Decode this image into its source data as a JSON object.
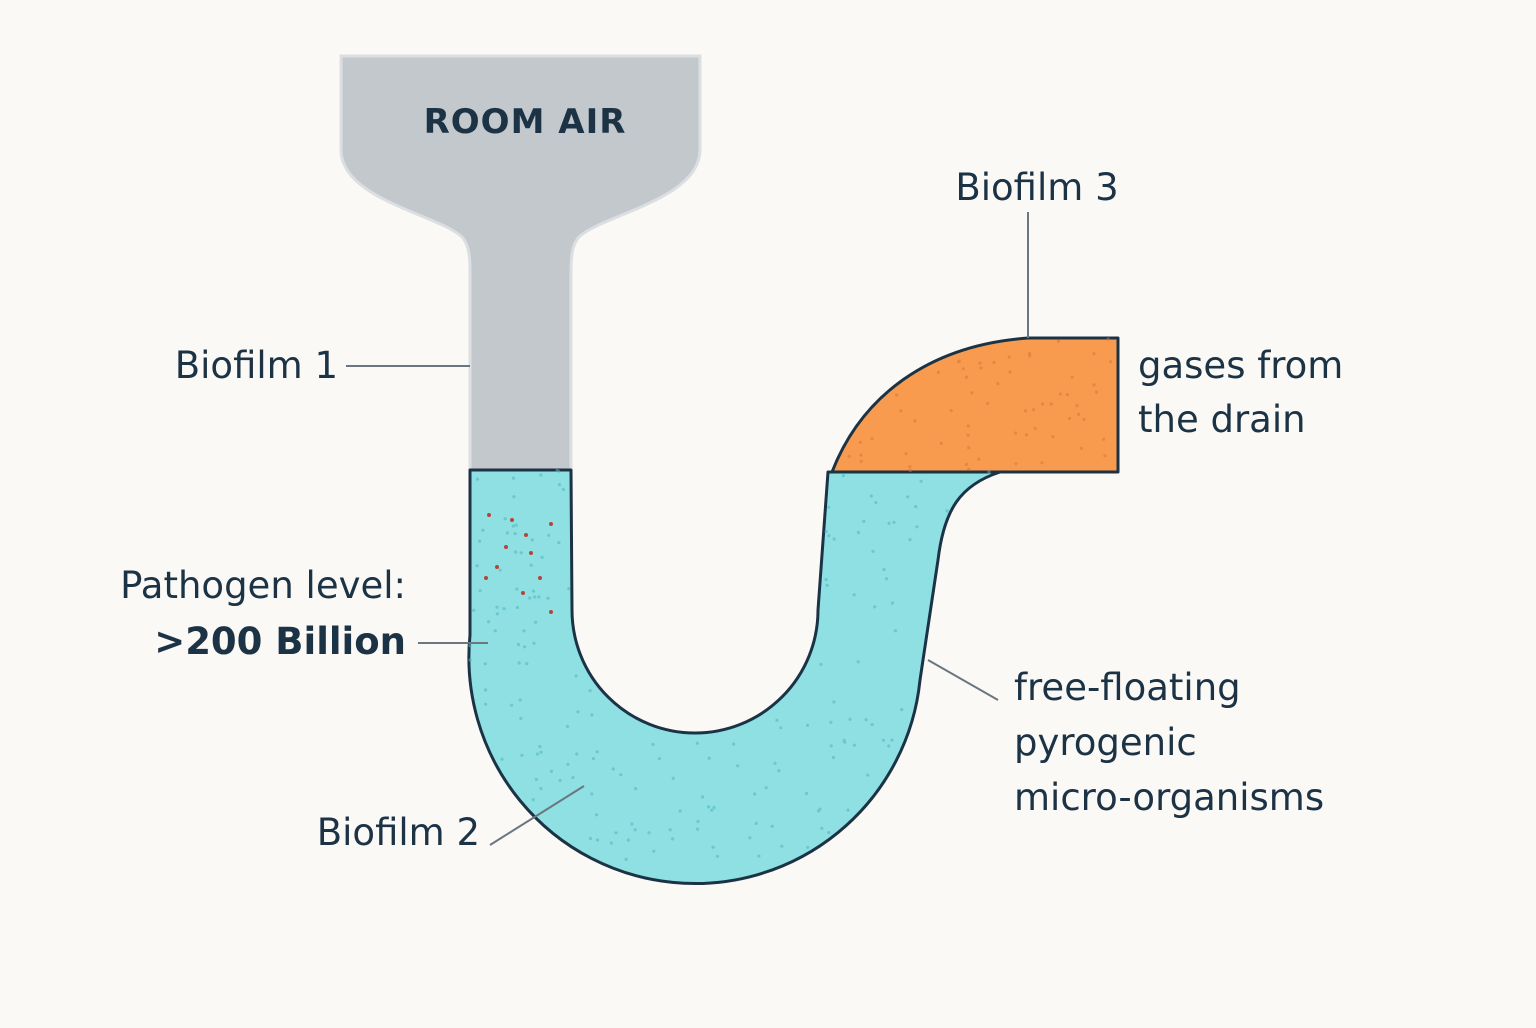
{
  "colors": {
    "background": "#fbf9f6",
    "ink": "#1c3346",
    "room_air": "#c3c8cc",
    "water": "#8ee0e3",
    "biofilm_3": "#f99b4f",
    "pathogen_dots": "#b5453a",
    "leader_line": "#6b7780"
  },
  "labels": {
    "room_air": "ROOM AIR",
    "biofilm_1": "Biofilm 1",
    "biofilm_2": "Biofilm 2",
    "biofilm_3": "Biofilm 3",
    "pathogen_line1": "Pathogen level:",
    "pathogen_line2": ">200 Billion",
    "gases_line1": "gases from",
    "gases_line2": "the drain",
    "free_line1": "free-floating",
    "free_line2": "pyrogenic",
    "free_line3": "micro-organisms"
  }
}
